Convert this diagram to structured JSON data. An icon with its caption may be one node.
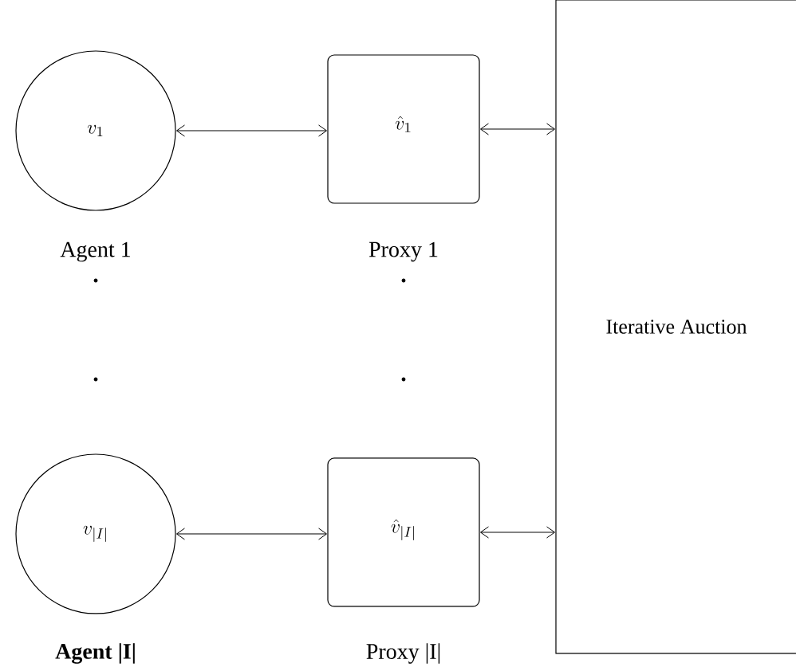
{
  "diagram": {
    "nodes": [
      {
        "text": [
          "v_1"
        ],
        "beside": [
          "Agent 1"
        ]
      },
      {
        "text": [
          "\\hat{v}_1"
        ],
        "beside": [
          "Proxy 1"
        ]
      },
      {
        "text": [
          "v_{|I|}"
        ],
        "beside": [
          "Agent |I|"
        ]
      },
      {
        "text": [
          "\\hat{v}_{|I|}"
        ],
        "beside": [
          "Proxy |I|"
        ]
      },
      {
        "text": [
          "Iterative Auction"
        ]
      }
    ],
    "edges": [
      {
        "from": 0,
        "to": 1,
        "arrow": "both"
      },
      {
        "from": 1,
        "to": 4,
        "arrow": "both"
      },
      {
        "from": 2,
        "to": 3,
        "arrow": "both"
      },
      {
        "from": 3,
        "to": 4,
        "arrow": "both"
      }
    ]
  }
}
